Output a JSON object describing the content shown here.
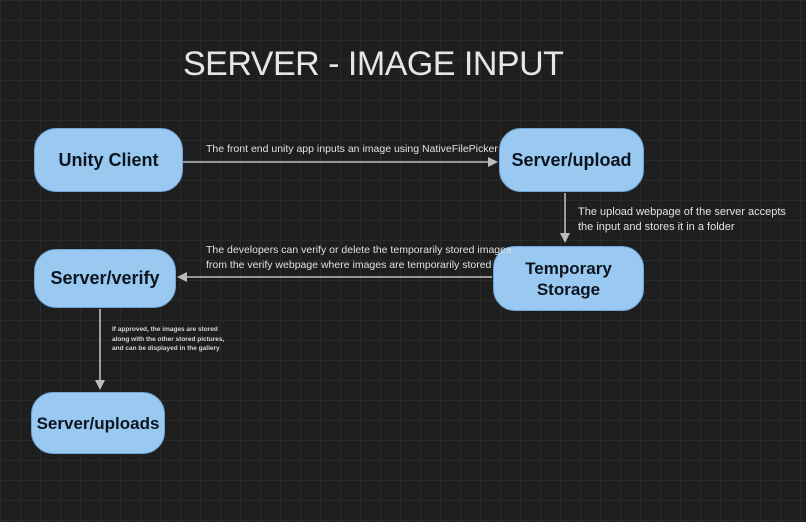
{
  "title": "SERVER - IMAGE INPUT",
  "nodes": {
    "unity_client": "Unity Client",
    "server_upload": "Server/upload",
    "temporary_storage_line1": "Temporary",
    "temporary_storage_line2": "Storage",
    "server_verify": "Server/verify",
    "server_uploads": "Server/uploads"
  },
  "edges": {
    "client_to_upload": "The front end unity app inputs an image using NativeFilePicker",
    "upload_to_storage_line1": "The upload webpage of the server accepts",
    "upload_to_storage_line2": "the input and stores it in a folder",
    "storage_to_verify_line1": "The developers can verify or delete the temporarily stored images",
    "storage_to_verify_line2": "from the verify webpage where images are temporarily stored",
    "verify_to_uploads": "If approved, the images are stored along with the other stored pictures, and can be displayed in the gallery"
  },
  "colors": {
    "background": "#1e1e1e",
    "node_fill": "#99c9f0",
    "node_text": "#0d1420",
    "edge": "#bdbdbd",
    "text": "#e6e6e6"
  }
}
